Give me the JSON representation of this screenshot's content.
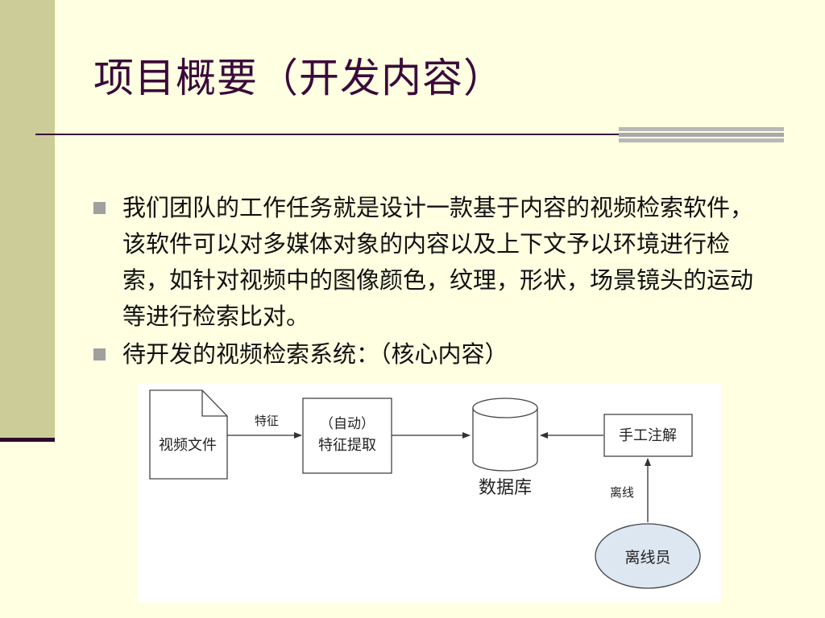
{
  "slide": {
    "title": "项目概要（开发内容）",
    "bullets": [
      "我们团队的工作任务就是设计一款基于内容的视频检索软件，该软件可以对多媒体对象的内容以及上下文予以环境进行检索，如针对视频中的图像颜色，纹理，形状，场景镜头的运动等进行检索比对。",
      "待开发的视频检索系统：（核心内容）"
    ]
  },
  "diagram": {
    "video_file": "视频文件",
    "feature_edge_label": "特征",
    "extract_line1": "（自动）",
    "extract_line2": "特征提取",
    "database": "数据库",
    "manual_annotation": "手工注解",
    "offline_edge_label": "离线",
    "operator": "离线员"
  }
}
